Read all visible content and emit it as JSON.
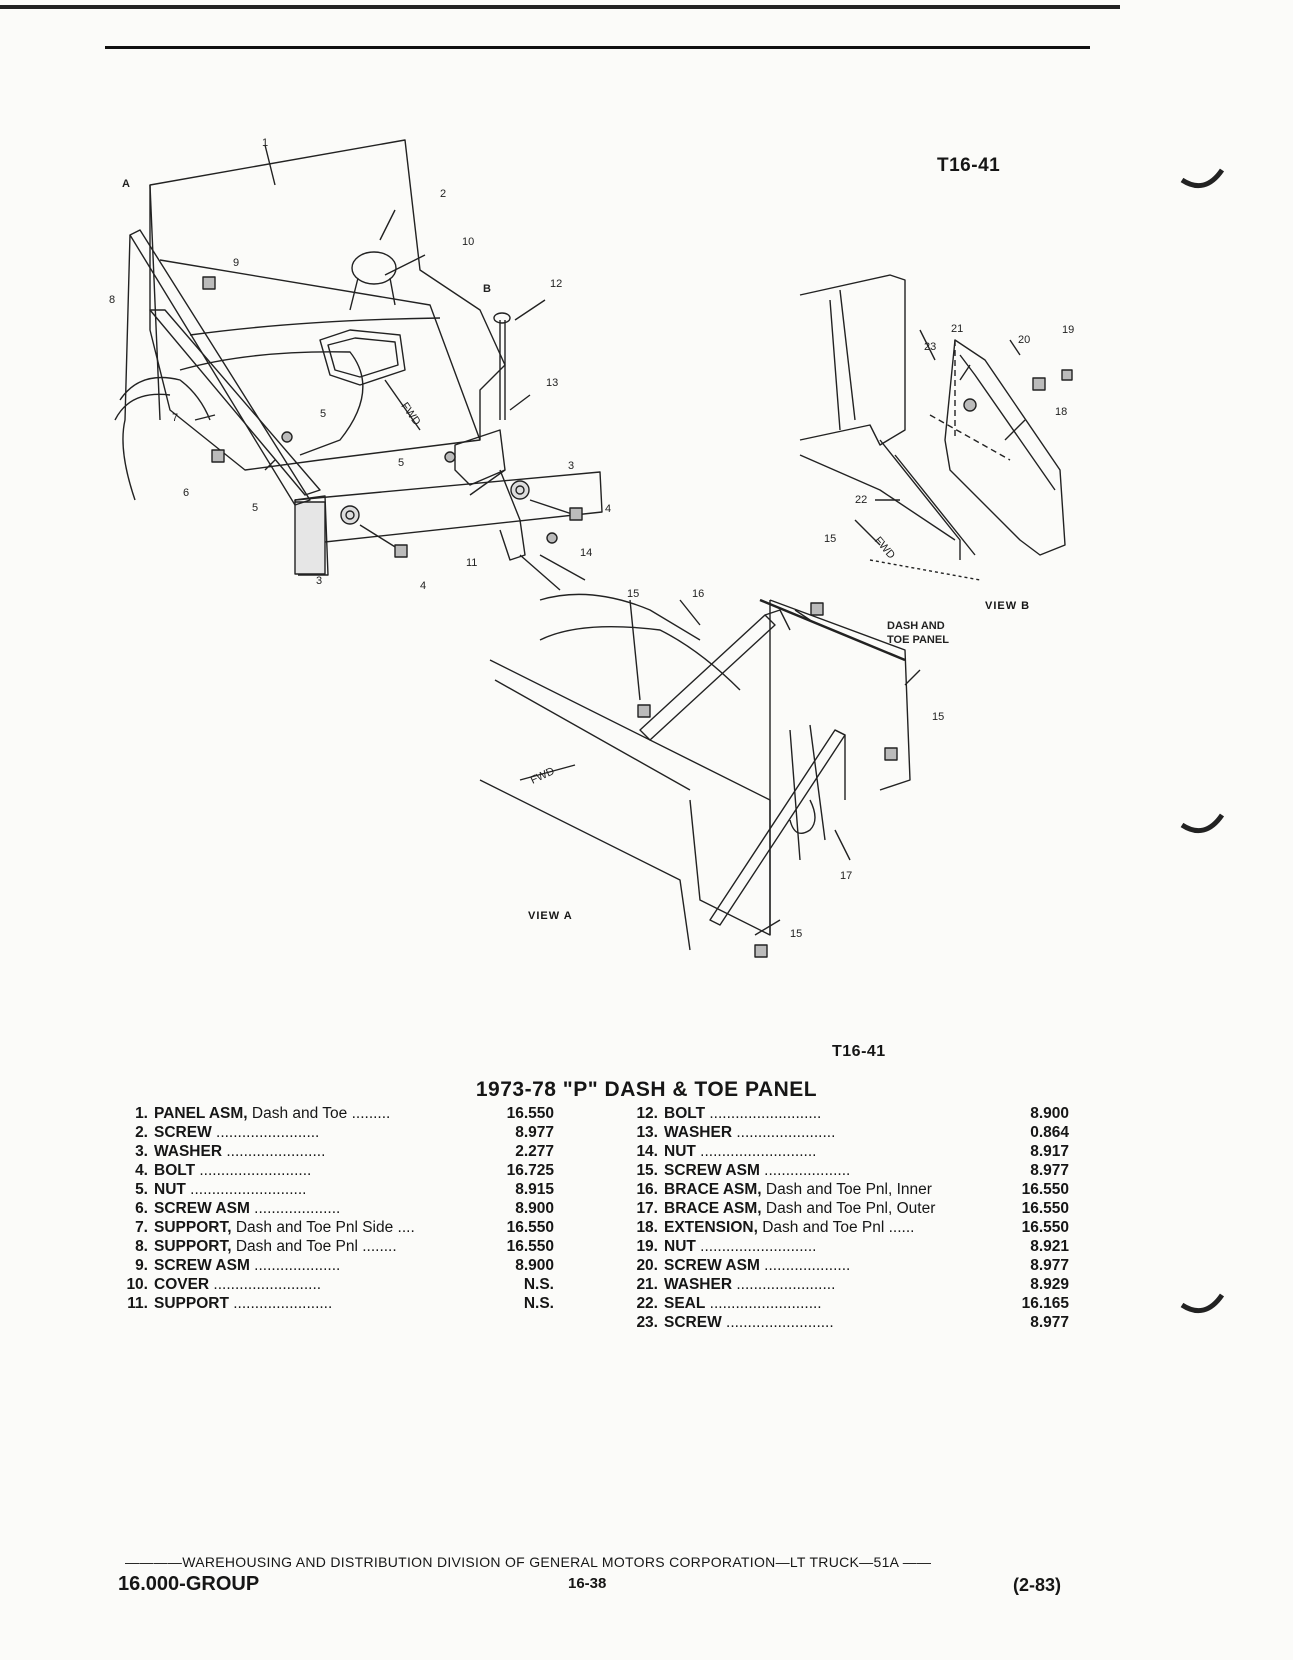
{
  "figure": {
    "ref_top": "T16-41",
    "ref_bottom": "T16-41",
    "view_a": "VIEW A",
    "view_b": "VIEW B",
    "dash_toe_callout": [
      "DASH AND",
      "TOE PANEL"
    ],
    "fwd": "FWD",
    "arrow_a": "A",
    "arrow_b": "B",
    "callouts": [
      "1",
      "2",
      "3",
      "4",
      "5",
      "6",
      "7",
      "8",
      "9",
      "10",
      "11",
      "12",
      "13",
      "14",
      "15",
      "16",
      "17",
      "18",
      "19",
      "20",
      "21",
      "22",
      "23"
    ]
  },
  "title": "1973-78 \"P\" DASH & TOE PANEL",
  "parts_left": [
    {
      "num": "1.",
      "name": "PANEL ASM,",
      "desc": " Dash and Toe",
      "leader": " .........",
      "code": "16.550"
    },
    {
      "num": "2.",
      "name": "SCREW",
      "desc": "",
      "leader": " ........................",
      "code": "8.977"
    },
    {
      "num": "3.",
      "name": "WASHER",
      "desc": "",
      "leader": " .......................",
      "code": "2.277"
    },
    {
      "num": "4.",
      "name": "BOLT",
      "desc": "",
      "leader": " ..........................",
      "code": "16.725"
    },
    {
      "num": "5.",
      "name": "NUT",
      "desc": "",
      "leader": " ...........................",
      "code": "8.915"
    },
    {
      "num": "6.",
      "name": "SCREW ASM",
      "desc": "",
      "leader": " ....................",
      "code": "8.900"
    },
    {
      "num": "7.",
      "name": "SUPPORT,",
      "desc": " Dash and Toe Pnl Side",
      "leader": " ....",
      "code": "16.550"
    },
    {
      "num": "8.",
      "name": "SUPPORT,",
      "desc": " Dash and Toe Pnl",
      "leader": " ........",
      "code": "16.550"
    },
    {
      "num": "9.",
      "name": "SCREW ASM",
      "desc": "",
      "leader": " ....................",
      "code": "8.900"
    },
    {
      "num": "10.",
      "name": "COVER",
      "desc": "",
      "leader": " .........................",
      "code": "N.S."
    },
    {
      "num": "11.",
      "name": "SUPPORT",
      "desc": "",
      "leader": " .......................",
      "code": "N.S."
    }
  ],
  "parts_right": [
    {
      "num": "12.",
      "name": "BOLT",
      "desc": "",
      "leader": " ..........................",
      "code": "8.900"
    },
    {
      "num": "13.",
      "name": "WASHER",
      "desc": "",
      "leader": " .......................",
      "code": "0.864"
    },
    {
      "num": "14.",
      "name": "NUT",
      "desc": "",
      "leader": " ...........................",
      "code": "8.917"
    },
    {
      "num": "15.",
      "name": "SCREW ASM",
      "desc": "",
      "leader": " ....................",
      "code": "8.977"
    },
    {
      "num": "16.",
      "name": "BRACE ASM,",
      "desc": " Dash and Toe Pnl, Inner",
      "leader": "",
      "code": "16.550"
    },
    {
      "num": "17.",
      "name": "BRACE ASM,",
      "desc": " Dash and Toe Pnl, Outer",
      "leader": "",
      "code": "16.550"
    },
    {
      "num": "18.",
      "name": "EXTENSION,",
      "desc": " Dash and Toe Pnl",
      "leader": " ......",
      "code": "16.550"
    },
    {
      "num": "19.",
      "name": "NUT",
      "desc": "",
      "leader": " ...........................",
      "code": "8.921"
    },
    {
      "num": "20.",
      "name": "SCREW ASM",
      "desc": "",
      "leader": " ....................",
      "code": "8.977"
    },
    {
      "num": "21.",
      "name": "WASHER",
      "desc": "",
      "leader": " .......................",
      "code": "8.929"
    },
    {
      "num": "22.",
      "name": "SEAL",
      "desc": "",
      "leader": " ..........................",
      "code": "16.165"
    },
    {
      "num": "23.",
      "name": "SCREW",
      "desc": "",
      "leader": " .........................",
      "code": "8.977"
    }
  ],
  "footer": {
    "division_line": "————WAREHOUSING AND DISTRIBUTION DIVISION OF GENERAL MOTORS CORPORATION—LT TRUCK—51A ——",
    "group": "16.000-GROUP",
    "page": "16-38",
    "date": "(2-83)"
  }
}
